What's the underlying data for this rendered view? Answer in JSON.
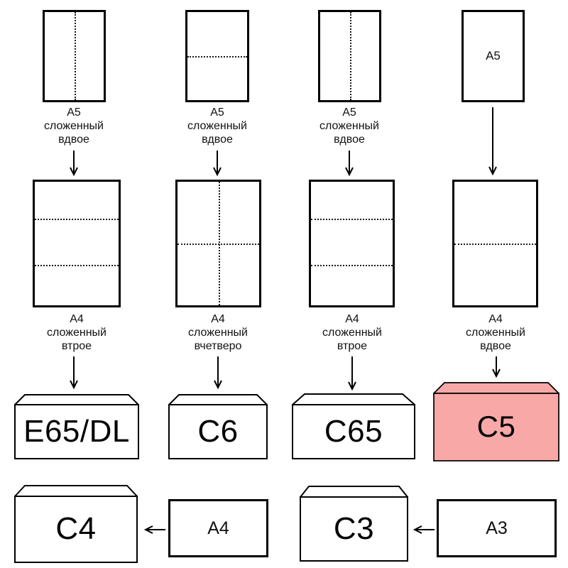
{
  "diagram": {
    "title": "envelope-size-folding-diagram",
    "columns": [
      {
        "top_caption": [
          "A5",
          "сложенный",
          "вдвое"
        ],
        "mid_caption": [
          "A4",
          "сложенный",
          "втрое"
        ],
        "envelope_label": "E65/DL"
      },
      {
        "top_caption": [
          "A5",
          "сложенный",
          "вдвое"
        ],
        "mid_caption": [
          "A4",
          "сложенный",
          "вчетверо"
        ],
        "envelope_label": "C6"
      },
      {
        "top_caption": [
          "A5",
          "сложенный",
          "вдвое"
        ],
        "mid_caption": [
          "A4",
          "сложенный",
          "втрое"
        ],
        "envelope_label": "C65"
      },
      {
        "top_sheet_label": "A5",
        "mid_caption": [
          "A4",
          "сложенный",
          "вдвое"
        ],
        "envelope_label": "C5"
      }
    ],
    "bottom_row": {
      "left": {
        "envelope_label": "C4",
        "sheet_label": "A4"
      },
      "right": {
        "envelope_label": "C3",
        "sheet_label": "A3"
      }
    },
    "colors": {
      "highlight_fill": "#F9A8A8",
      "stroke": "#000000",
      "paper_fill": "#FFFFFF",
      "background": "#FFFFFF"
    }
  }
}
